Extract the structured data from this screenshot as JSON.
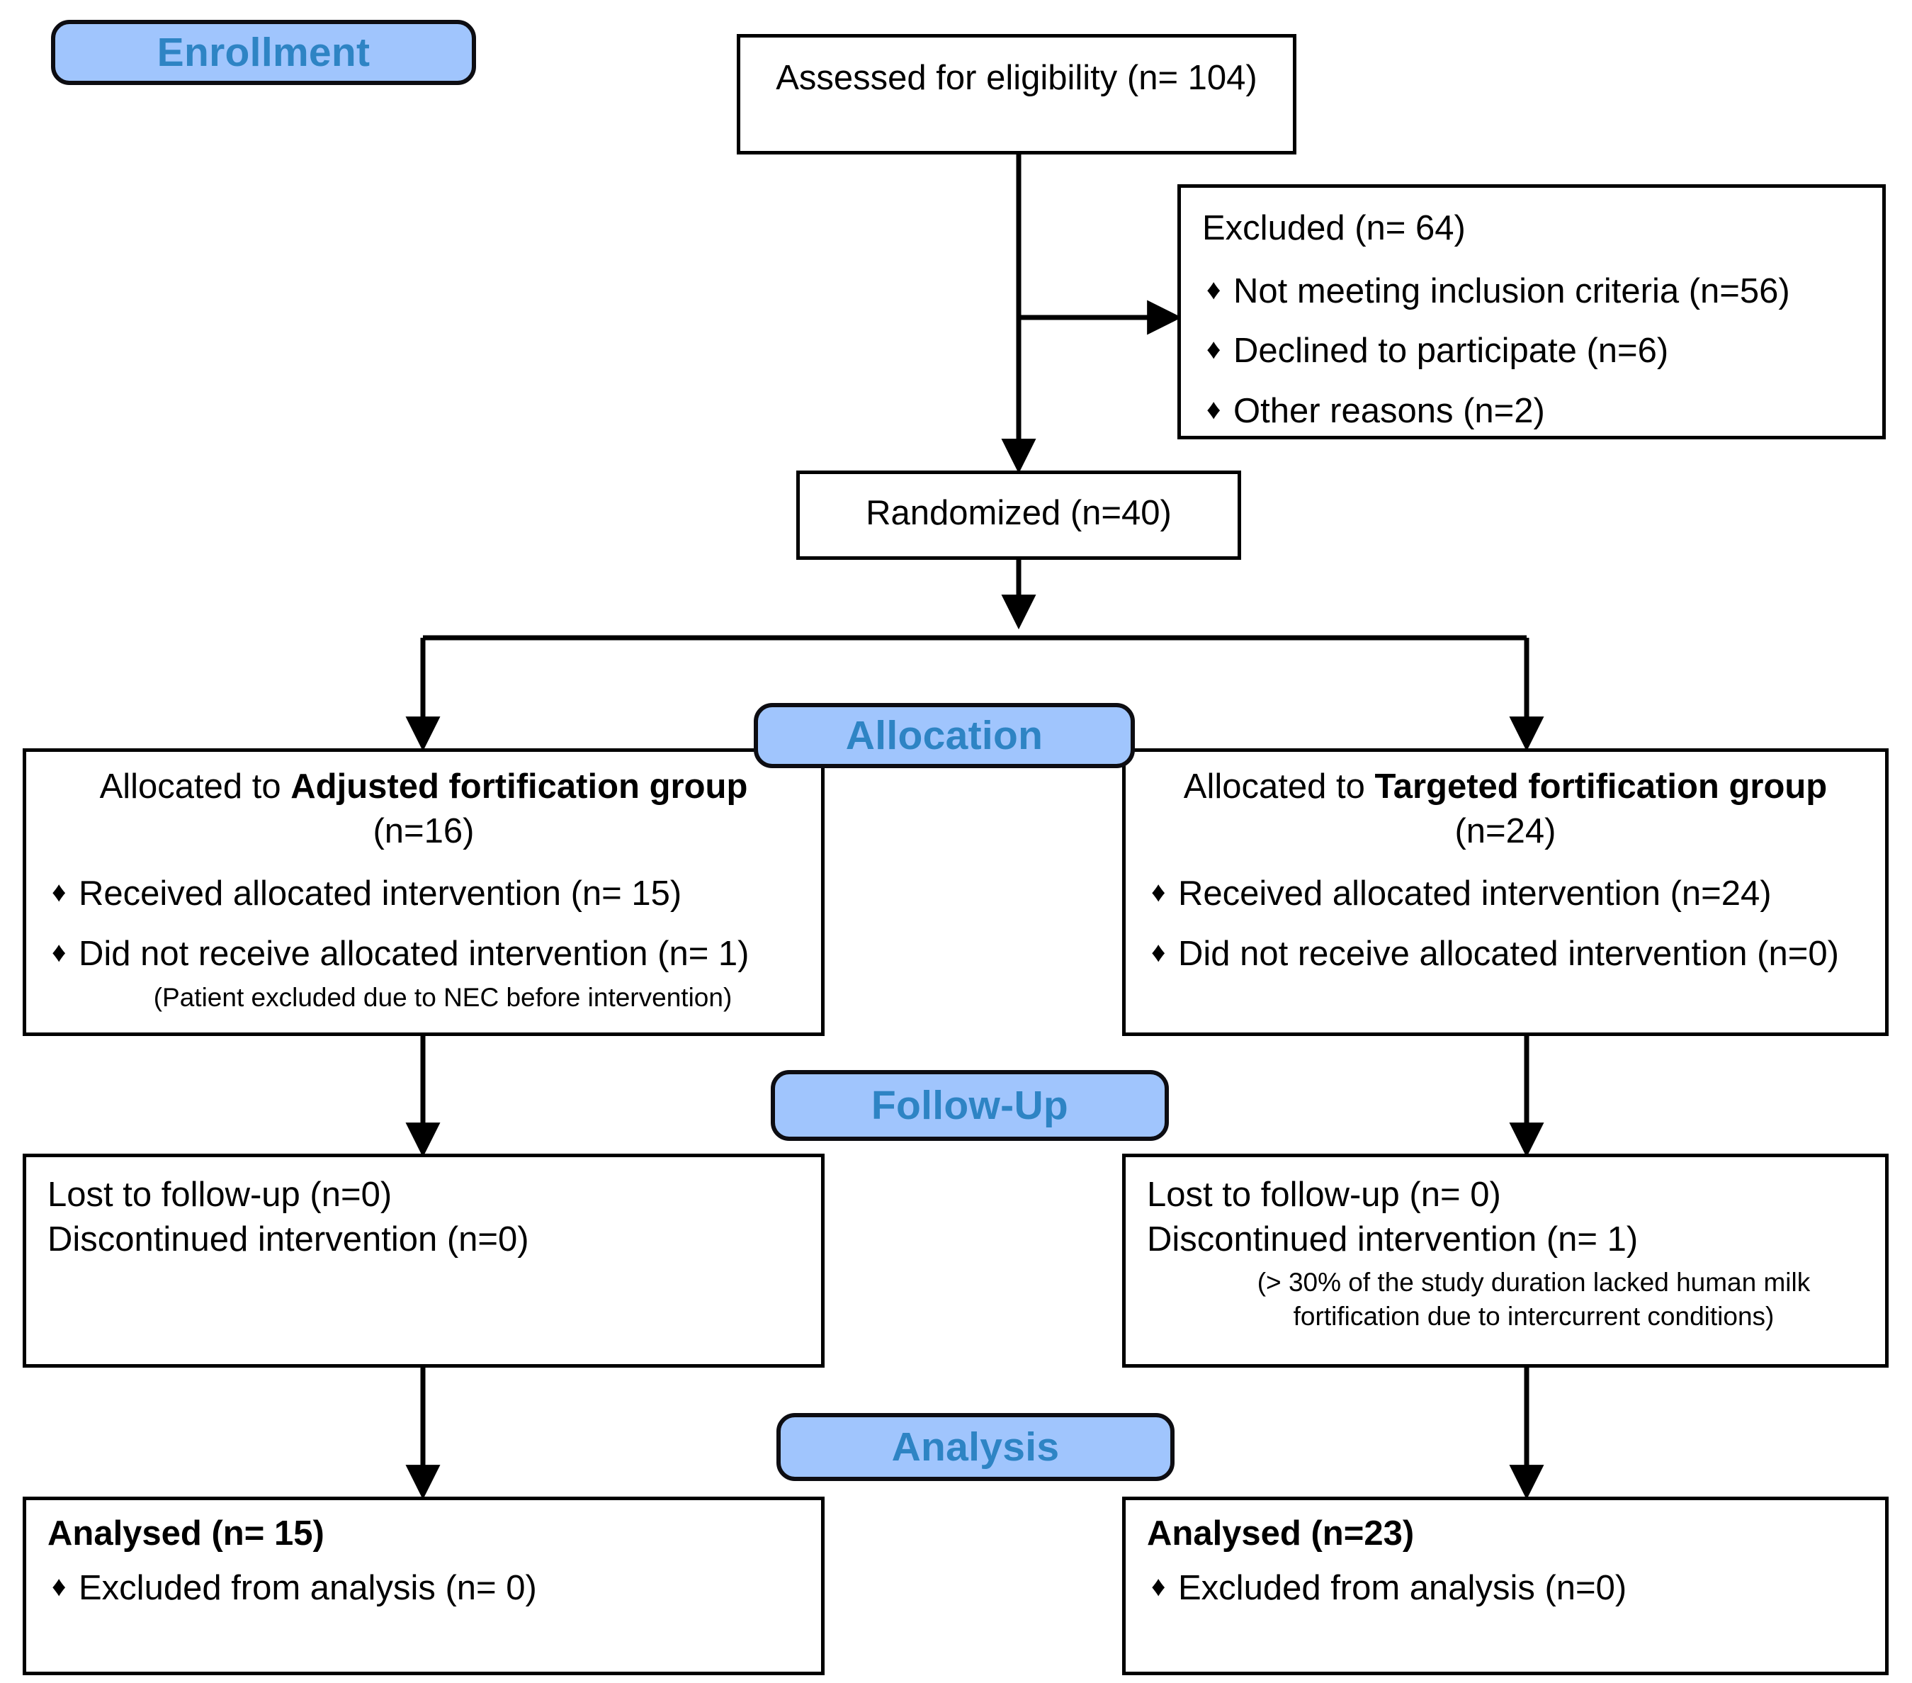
{
  "diagram": {
    "type": "consort-flow-diagram",
    "accent_blue_fill": "#a0c5fd",
    "accent_blue_text": "#2e84c4",
    "border_color": "#000000",
    "background": "#ffffff"
  },
  "stages": {
    "enrollment": "Enrollment",
    "allocation": "Allocation",
    "followup": "Follow-Up",
    "analysis": "Analysis"
  },
  "nodes": {
    "assessed": {
      "text": "Assessed for eligibility (n= 104)"
    },
    "excluded": {
      "heading": "Excluded  (n= 64)",
      "items": [
        "Not meeting inclusion criteria (n=56)",
        "Declined to participate (n=6)",
        "Other reasons (n=2)"
      ]
    },
    "randomized": {
      "text": "Randomized (n=40)"
    },
    "alloc_left": {
      "line1_prefix": "Allocated to ",
      "line1_bold": "Adjusted fortification group",
      "line2": "(n=16)",
      "items": [
        "Received allocated intervention (n= 15)",
        "Did not receive allocated intervention (n= 1)"
      ],
      "subnote": "(Patient excluded due to NEC before intervention)"
    },
    "alloc_right": {
      "line1_prefix": "Allocated to ",
      "line1_bold": "Targeted fortification group",
      "line2": "(n=24)",
      "items": [
        "Received allocated intervention (n=24)",
        "Did not receive allocated intervention (n=0)"
      ],
      "subnote": ""
    },
    "followup_left": {
      "line1": "Lost to follow-up  (n=0)",
      "line2": "Discontinued intervention (n=0)",
      "subnote": ""
    },
    "followup_right": {
      "line1": "Lost to follow-up (n= 0)",
      "line2": "Discontinued intervention (n= 1)",
      "subnote": "(> 30% of the study duration lacked human milk fortification due to intercurrent conditions)"
    },
    "analysis_left": {
      "heading": "Analysed  (n= 15)",
      "items": [
        "Excluded from analysis (n= 0)"
      ]
    },
    "analysis_right": {
      "heading": "Analysed  (n=23)",
      "items": [
        "Excluded from analysis  (n=0)"
      ]
    }
  },
  "icons": {
    "bullet": "♦"
  }
}
